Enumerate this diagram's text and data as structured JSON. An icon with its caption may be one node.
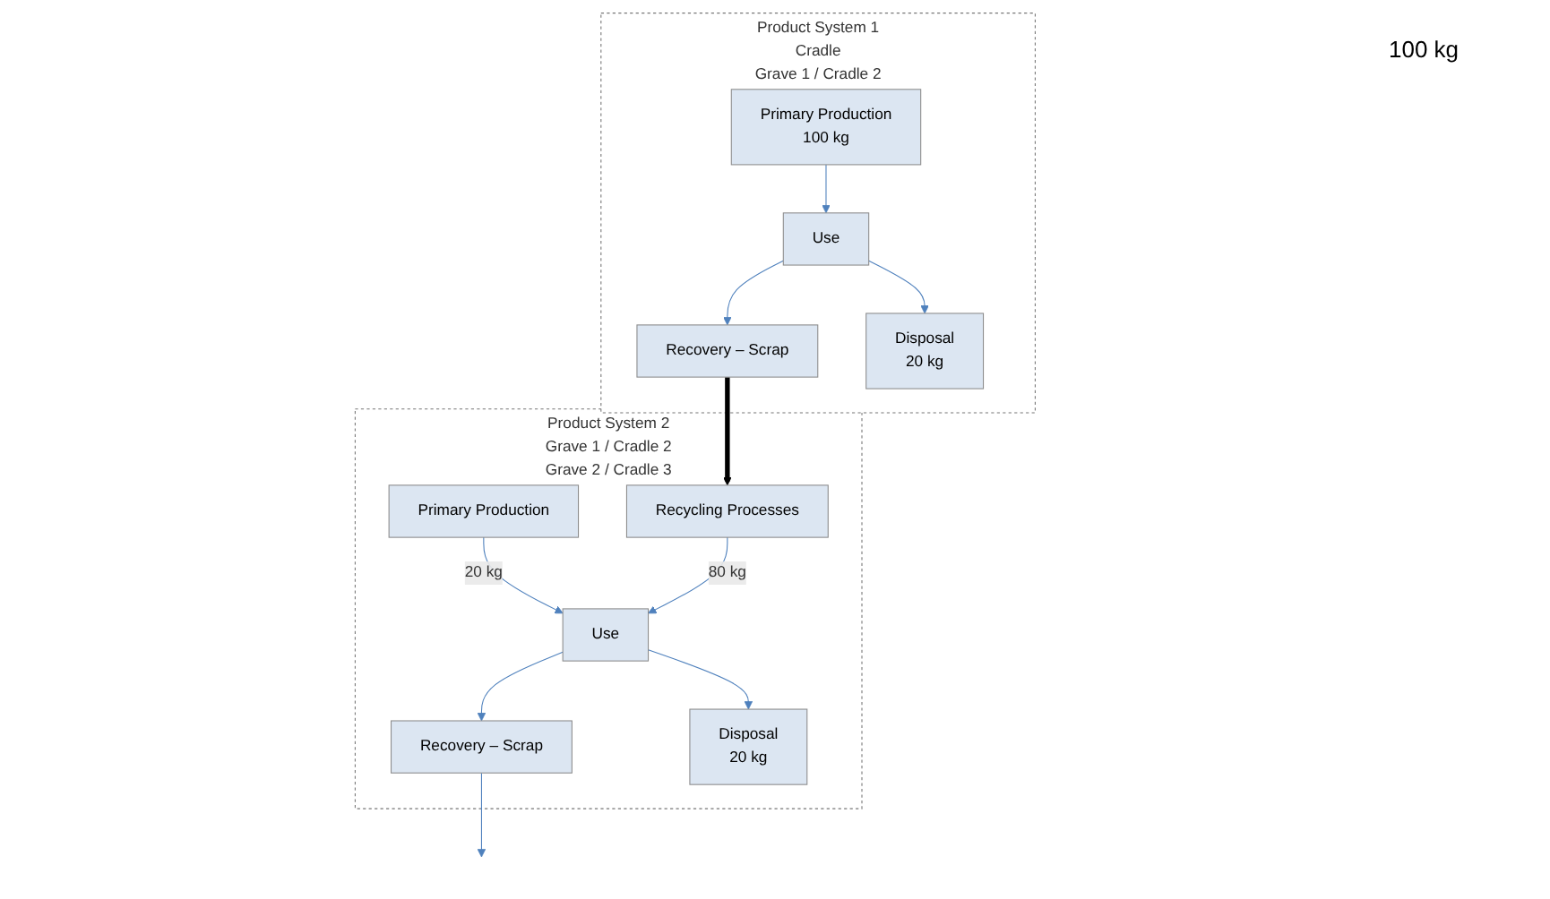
{
  "diagram": {
    "nodes": [
      {
        "text": [
          "Product System 1",
          "Cradle",
          "Grave 1 / Cradle 2"
        ]
      },
      {
        "text": [
          "Primary Production",
          "100 kg"
        ],
        "in": 0
      },
      {
        "text": [
          "Use"
        ],
        "in": 0
      },
      {
        "text": [
          "Recovery – Scrap"
        ],
        "in": 0
      },
      {
        "text": [
          "Disposal",
          "20 kg"
        ],
        "in": 0
      },
      {
        "text": [
          "Product System 2",
          "Grave 1 / Cradle 2",
          "Grave 2 / Cradle 3"
        ]
      },
      {
        "text": [
          "Primary Production"
        ],
        "in": 5
      },
      {
        "text": [
          "Recycling Processes"
        ],
        "in": 5
      },
      {
        "text": [
          "Use"
        ],
        "in": 5
      },
      {
        "text": [
          "Recovery – Scrap"
        ],
        "in": 5
      },
      {
        "text": [
          "Disposal",
          "20 kg"
        ],
        "in": 5
      }
    ],
    "edges": [
      {
        "from": 1,
        "to": 2,
        "arrow": "to"
      },
      {
        "from": 2,
        "to": 4,
        "arrow": "to"
      },
      {
        "from": 2,
        "to": 3,
        "arrow": "to"
      },
      {
        "from": 3,
        "to": 7,
        "arrow": "to",
        "style": "thick",
        "color": "#000000"
      },
      {
        "from": 6,
        "to": 8,
        "label": "20 kg",
        "arrow": "to"
      },
      {
        "from": 7,
        "to": 8,
        "label": "80 kg",
        "arrow": "to"
      },
      {
        "from": 8,
        "to": 10,
        "arrow": "to"
      },
      {
        "from": 8,
        "to": 9,
        "arrow": "to"
      },
      {
        "from": 9,
        "to": null,
        "arrow": "to"
      }
    ],
    "labels": [
      "100 kg"
    ]
  }
}
